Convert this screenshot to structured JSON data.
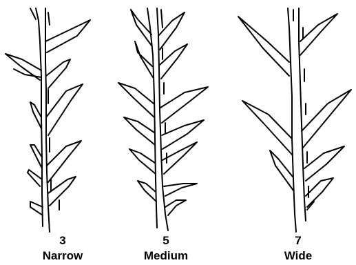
{
  "colors": {
    "ink": "#000000",
    "background": "#ffffff"
  },
  "panels": [
    {
      "id": "narrow",
      "number": "3",
      "label": "Narrow"
    },
    {
      "id": "medium",
      "number": "5",
      "label": "Medium"
    },
    {
      "id": "wide",
      "number": "7",
      "label": "Wide"
    }
  ]
}
